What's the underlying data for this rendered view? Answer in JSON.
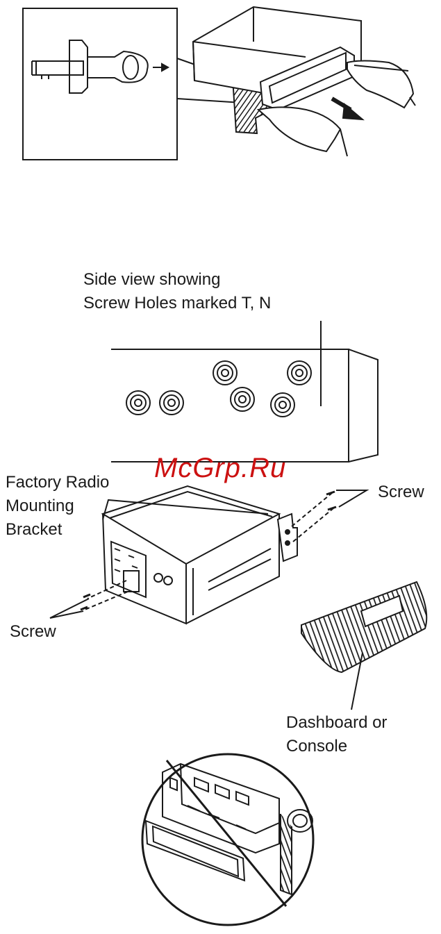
{
  "labels": {
    "side_view": {
      "line1": "Side view showing",
      "line2": "Screw Holes marked T, N"
    },
    "bracket": {
      "line1": "Factory Radio",
      "line2": "Mounting",
      "line3": "Bracket"
    },
    "screw_right": "Screw",
    "screw_left": "Screw",
    "dashboard": {
      "line1": "Dashboard or",
      "line2": "Console"
    }
  },
  "watermark": "McGrp.Ru",
  "colors": {
    "ink": "#1a1a1a",
    "watermark": "#cc1111",
    "background": "#ffffff"
  }
}
